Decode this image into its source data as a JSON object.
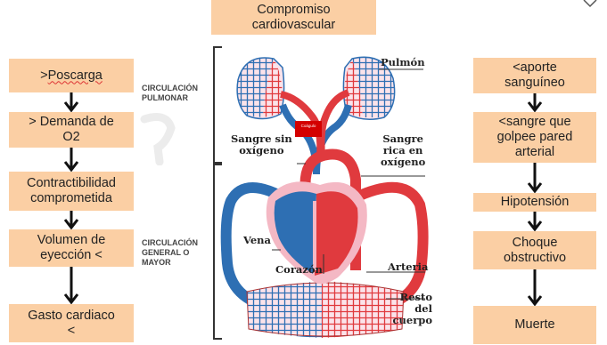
{
  "title": {
    "line1": "Compromiso",
    "line2": "cardiovascular"
  },
  "left_chain": [
    {
      "prefix": ">",
      "word": "Poscarga",
      "suffix": ""
    },
    {
      "line1": "> Demanda de",
      "line2": "O2"
    },
    {
      "line1": "Contractibilidad",
      "line2": "comprometida"
    },
    {
      "line1": "Volumen de",
      "line2": "eyección <"
    },
    {
      "line1": "Gasto cardiaco",
      "line2": "<"
    }
  ],
  "right_chain": [
    {
      "line1": "<aporte",
      "line2": "sanguíneo"
    },
    {
      "line1": "<sangre que",
      "line2": "golpee pared",
      "line3": "arterial"
    },
    {
      "line1": "Hipotensión"
    },
    {
      "line1": "Choque",
      "line2": "obstructivo"
    },
    {
      "line1": "Muerte"
    }
  ],
  "diagram": {
    "circ_pulmonar": [
      "CIRCULACIÓN",
      "PULMONAR"
    ],
    "circ_general": [
      "CIRCULACIÓN",
      "GENERAL O",
      "MAYOR"
    ],
    "pulmon": "Pulmón",
    "sangre_sin": [
      "Sangre sin",
      "oxígeno"
    ],
    "sangre_rica": [
      "Sangre",
      "rica en",
      "oxígeno"
    ],
    "vena": "Vena",
    "corazon": "Corazón",
    "arteria": "Arteria",
    "resto": [
      "Resto",
      "del cuerpo"
    ],
    "clot_label": "Coágulo"
  },
  "colors": {
    "box": "#fbcfa4",
    "artery": "#e03a3e",
    "vein": "#2e6fb3",
    "clot": "#d40000"
  }
}
